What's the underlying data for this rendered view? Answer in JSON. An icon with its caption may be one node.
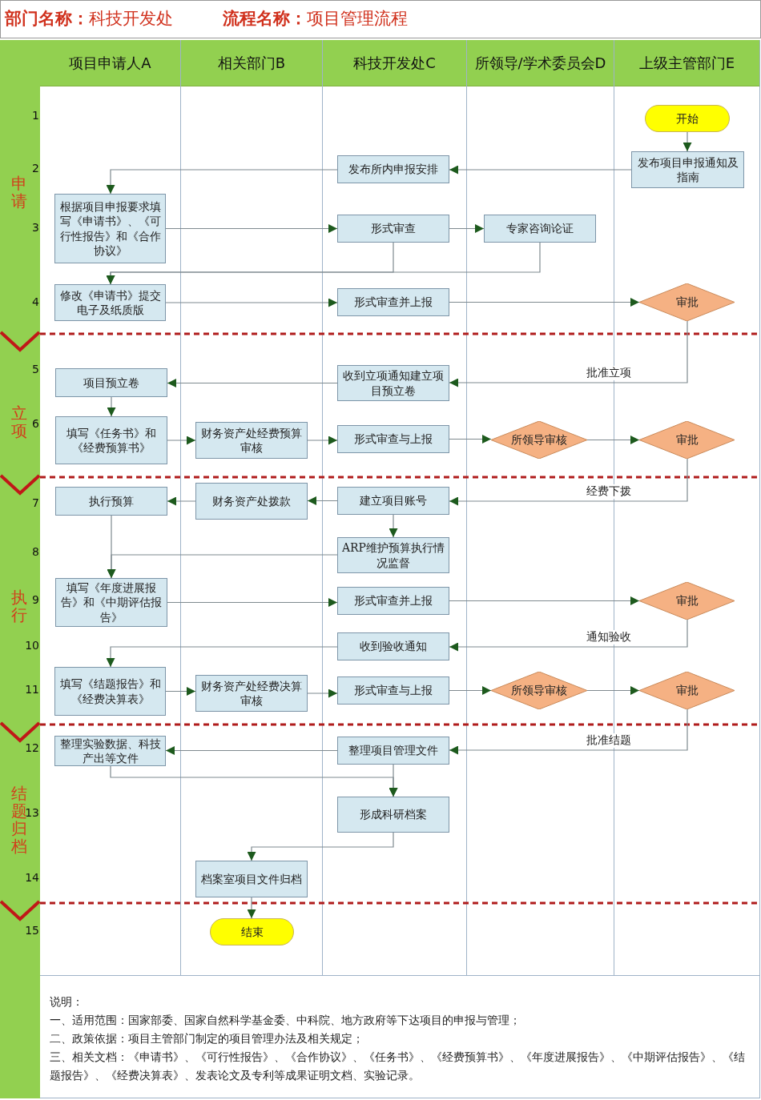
{
  "diagram": {
    "nodes": [
      {
        "text": [
          "项目申请人A"
        ]
      },
      {
        "text": [
          "相关部门B"
        ]
      },
      {
        "text": [
          "科技开发处C"
        ]
      },
      {
        "text": [
          "所领导/学术委员会D"
        ]
      },
      {
        "text": [
          "上级主管部门E"
        ]
      },
      {
        "text": [
          "开始"
        ],
        "in": 4
      },
      {
        "text": [
          "发布所内申报安排"
        ],
        "in": 2
      },
      {
        "text": [
          "发布项目申报通知及指南"
        ],
        "in": 4
      },
      {
        "text": [
          "根据项目申报要求填写《申请书》、《可行性报告》和《合作协议》"
        ],
        "in": 0
      },
      {
        "text": [
          "形式审查"
        ],
        "in": 2
      },
      {
        "text": [
          "专家咨询论证"
        ],
        "in": 3
      },
      {
        "text": [
          "修改《申请书》提交电子及纸质版"
        ],
        "in": 0
      },
      {
        "text": [
          "形式审查并上报"
        ],
        "in": 2
      },
      {
        "text": [
          "审批"
        ],
        "in": 4
      },
      {
        "text": [
          "项目预立卷"
        ],
        "in": 0
      },
      {
        "text": [
          "收到立项通知建立项目预立卷"
        ],
        "in": 2
      },
      {
        "text": [
          "填写《任务书》和《经费预算书》"
        ],
        "in": 0
      },
      {
        "text": [
          "财务资产处经费预算审核"
        ],
        "in": 1
      },
      {
        "text": [
          "形式审查与上报"
        ],
        "in": 2
      },
      {
        "text": [
          "所领导审核"
        ],
        "in": 3
      },
      {
        "text": [
          "审批"
        ],
        "in": 4
      },
      {
        "text": [
          "执行预算"
        ],
        "in": 0
      },
      {
        "text": [
          "财务资产处拨款"
        ],
        "in": 1
      },
      {
        "text": [
          "建立项目账号"
        ],
        "in": 2
      },
      {
        "text": [
          "ARP维护预算执行情况监督"
        ],
        "in": 2
      },
      {
        "text": [
          "填写《年度进展报告》和《中期评估报告》"
        ],
        "in": 0
      },
      {
        "text": [
          "形式审查并上报"
        ],
        "in": 2
      },
      {
        "text": [
          "审批"
        ],
        "in": 4
      },
      {
        "text": [
          "收到验收通知"
        ],
        "in": 2
      },
      {
        "text": [
          "填写《结题报告》和《经费决算表》"
        ],
        "in": 0
      },
      {
        "text": [
          "财务资产处经费决算审核"
        ],
        "in": 1
      },
      {
        "text": [
          "形式审查与上报"
        ],
        "in": 2
      },
      {
        "text": [
          "所领导审核"
        ],
        "in": 3
      },
      {
        "text": [
          "审批"
        ],
        "in": 4
      },
      {
        "text": [
          "整理实验数据、科技产出等文件"
        ],
        "in": 0
      },
      {
        "text": [
          "整理项目管理文件"
        ],
        "in": 2
      },
      {
        "text": [
          "形成科研档案"
        ],
        "in": 2
      },
      {
        "text": [
          "档案室项目文件归档"
        ],
        "in": 1
      },
      {
        "text": [
          "结束"
        ],
        "in": 1
      }
    ],
    "edges": [
      {
        "from": 5,
        "to": 7,
        "arrow": "to"
      },
      {
        "from": 7,
        "to": 6,
        "arrow": "to"
      },
      {
        "from": 6,
        "to": 8,
        "arrow": "to"
      },
      {
        "from": 8,
        "to": 9,
        "arrow": "to"
      },
      {
        "from": 9,
        "to": 10,
        "arrow": "to"
      },
      {
        "from": 9,
        "to": 11,
        "arrow": "to"
      },
      {
        "from": 10,
        "to": 11,
        "arrow": "to"
      },
      {
        "from": 11,
        "to": 12,
        "arrow": "to"
      },
      {
        "from": 12,
        "to": 13,
        "arrow": "to"
      },
      {
        "from": 13,
        "to": 15,
        "arrow": "to",
        "label": "批准立项"
      },
      {
        "from": 15,
        "to": 14,
        "arrow": "to"
      },
      {
        "from": 14,
        "to": 16,
        "arrow": "to"
      },
      {
        "from": 16,
        "to": 17,
        "arrow": "to"
      },
      {
        "from": 17,
        "to": 18,
        "arrow": "to"
      },
      {
        "from": 18,
        "to": 19,
        "arrow": "to"
      },
      {
        "from": 19,
        "to": 20,
        "arrow": "to"
      },
      {
        "from": 20,
        "to": 23,
        "arrow": "to",
        "label": "经费下拨"
      },
      {
        "from": 23,
        "to": 22,
        "arrow": "to"
      },
      {
        "from": 22,
        "to": 21,
        "arrow": "to"
      },
      {
        "from": 23,
        "to": 24,
        "arrow": "to"
      },
      {
        "from": 21,
        "to": 25,
        "arrow": "to"
      },
      {
        "from": 24,
        "to": 25,
        "arrow": "to"
      },
      {
        "from": 25,
        "to": 26,
        "arrow": "to"
      },
      {
        "from": 26,
        "to": 27,
        "arrow": "to"
      },
      {
        "from": 27,
        "to": 28,
        "arrow": "to",
        "label": "通知验收"
      },
      {
        "from": 28,
        "to": 29,
        "arrow": "to"
      },
      {
        "from": 29,
        "to": 30,
        "arrow": "to"
      },
      {
        "from": 30,
        "to": 31,
        "arrow": "to"
      },
      {
        "from": 31,
        "to": 32,
        "arrow": "to"
      },
      {
        "from": 32,
        "to": 33,
        "arrow": "to"
      },
      {
        "from": 33,
        "to": 35,
        "arrow": "to",
        "label": "批准结题"
      },
      {
        "from": 35,
        "to": 34,
        "arrow": "to"
      },
      {
        "from": 34,
        "to": 36,
        "arrow": "to"
      },
      {
        "from": 35,
        "to": 36,
        "arrow": "to"
      },
      {
        "from": 36,
        "to": 37,
        "arrow": "to"
      },
      {
        "from": 37,
        "to": 38,
        "arrow": "to"
      }
    ],
    "labels": [
      "**部门名称：**科技开发处",
      "**流程名称：**项目管理流程",
      "申请",
      "立项",
      "执行",
      "结题归档",
      "1",
      "2",
      "3",
      "4",
      "5",
      "6",
      "7",
      "8",
      "9",
      "10",
      "11",
      "12",
      "13",
      "14",
      "15",
      "说明：",
      "一、适用范围：国家部委、国家自然科学基金委、中科院、地方政府等下达项目的申报与管理；",
      "二、政策依据：项目主管部门制定的项目管理办法及相关规定；",
      "三、相关文档：《申请书》、《可行性报告》、《合作协议》、《任务书》、《经费预算书》、《年度进展报告》、《中期评估报告》、《结题报告》、《经费决算表》、发表论文及专利等成果证明文档、实验记录。"
    ]
  }
}
